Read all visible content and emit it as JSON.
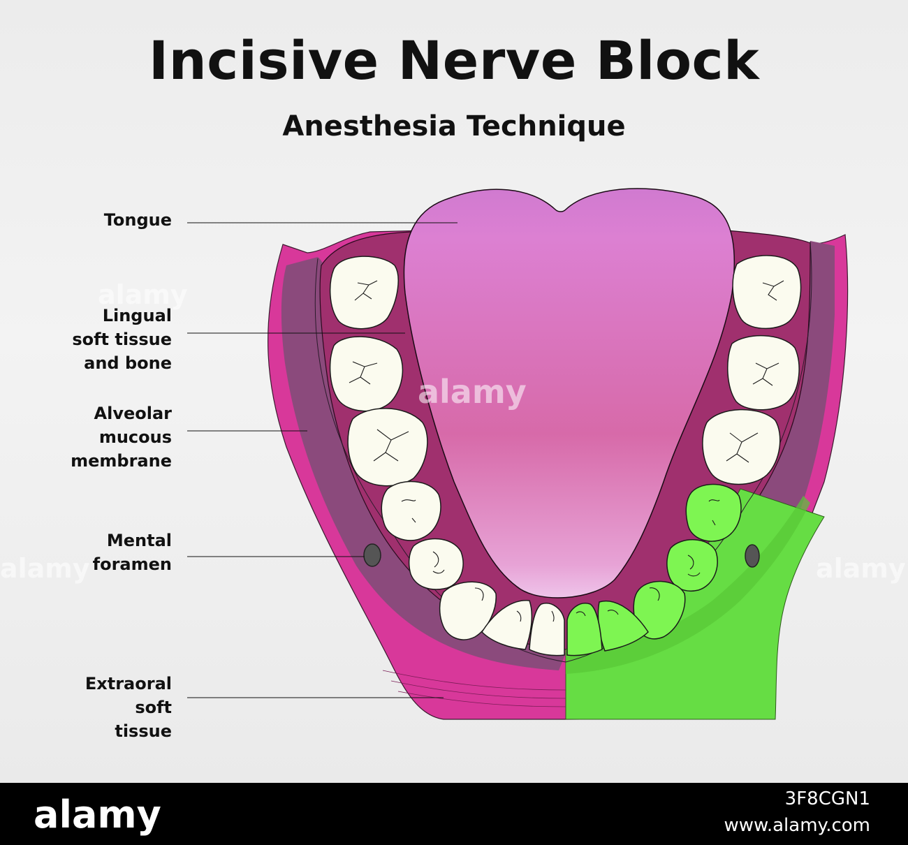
{
  "title": "Incisive Nerve Block",
  "subtitle": "Anesthesia Technique",
  "labels": {
    "tongue": [
      "Tongue"
    ],
    "lingual": [
      "Lingual",
      "soft tissue",
      "and bone"
    ],
    "alveolar": [
      "Alveolar",
      "mucous",
      "membrane"
    ],
    "mental": [
      "Mental",
      "foramen"
    ],
    "extraoral": [
      "Extraoral",
      "soft",
      "tissue"
    ]
  },
  "watermark": "alamy",
  "footer": {
    "brand": "alamy",
    "image_id": "3F8CGN1",
    "url": "www.alamy.com"
  },
  "colors": {
    "outer_tissue": "#d8389a",
    "mucosa": "#8b4a7c",
    "lingual": "#a0306e",
    "tongue_top": "#da7fd0",
    "tongue_bottom": "#d4629c",
    "tooth": "#fbfbef",
    "anesthetized": "#66dd44",
    "anesthetized_tooth": "#7ef552"
  }
}
